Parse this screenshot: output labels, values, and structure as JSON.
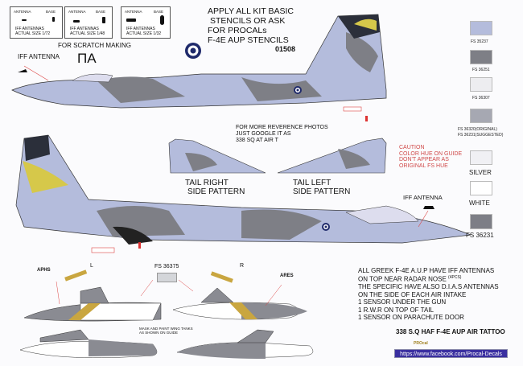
{
  "antenna_boxes": [
    {
      "antenna": "ANTENNA",
      "base": "BASE",
      "label1": "IFF ANTENNAS",
      "label2": "ACTUAL SIZE 1/72"
    },
    {
      "antenna": "ANTENNA",
      "base": "BASE",
      "label1": "IFF ANTENNAS",
      "label2": "ACTUAL SIZE 1/48"
    },
    {
      "antenna": "ANTENNA",
      "base": "BASE",
      "label1": "IFF ANTENNAS",
      "label2": "ACTUAL SIZE 1/32"
    }
  ],
  "scratch_label": "FOR SCRATCH MAKING",
  "apply_text": [
    "APPLY ALL KIT BASIC",
    "STENCILS OR ASK",
    "FOR PROCALs",
    "F-4E AUP STENCILS"
  ],
  "iff_antenna_top": "IFF ANTENNA",
  "code_letters": "ΠΑ",
  "serial": "01508",
  "photos_text": [
    "FOR MORE REVERENCE PHOTOS",
    "JUST GOOGLE IT AS",
    "338 SQ AT AIR T"
  ],
  "caution_text": [
    "CAUTION",
    "COLOR HUE ON GUIDE",
    "DON'T APPEAR AS",
    "ORIGINAL FS HUE"
  ],
  "tail_right": [
    "TAIL RIGHT",
    "SIDE PATTERN"
  ],
  "tail_left": [
    "TAIL LEFT",
    "SIDE PATTERN"
  ],
  "iff_antenna_bottom": "IFF ANTENNA",
  "swatches": [
    {
      "label": "FS 35237",
      "color": "#b4bcdc"
    },
    {
      "label": "FS 36251",
      "color": "#7e7f86"
    },
    {
      "label": "FS 36307",
      "color": "#ededf0"
    },
    {
      "label": "FS 36320(ORIGINAL)",
      "label2": "FS 36231(SUGGESTED)",
      "color": "#a6a8b2"
    },
    {
      "label": "SILVER",
      "color": "#f0f0f4"
    },
    {
      "label": "WHITE",
      "color": "#ffffff"
    },
    {
      "label": "FS 36231",
      "color": "#7d7e86"
    }
  ],
  "tank_swatch": {
    "label": "FS 36375",
    "color": "#d4d6da"
  },
  "tank_letters": {
    "left": "L",
    "right": "R",
    "aphs": "APHS",
    "ares": "ARES"
  },
  "tank_note": [
    "MASK AND PAINT WING TANKS",
    "AS SHOWN ON GUIDE"
  ],
  "notes": [
    "ALL GREEK F-4E A.U.P HAVE IFF ANTENNAS",
    "ON TOP NEAR RADAR NOSE",
    "(4PCS)",
    "THE SPECIFIC HAVE ALSO D.I.A.S ANTENNAS",
    "ON THE SIDE OF EACH AIR INTAKE",
    "1 SENSOR UNDER THE GUN",
    "1 R.W.R ON TOP OF TAIL",
    "1 SENSOR ON PARACHUTE DOOR"
  ],
  "title": "338 S.Q HAF F-4E AUP AIR TATTOO",
  "brand": "PROcal",
  "link": "https://www.facebook.com/Procal-Decals"
}
